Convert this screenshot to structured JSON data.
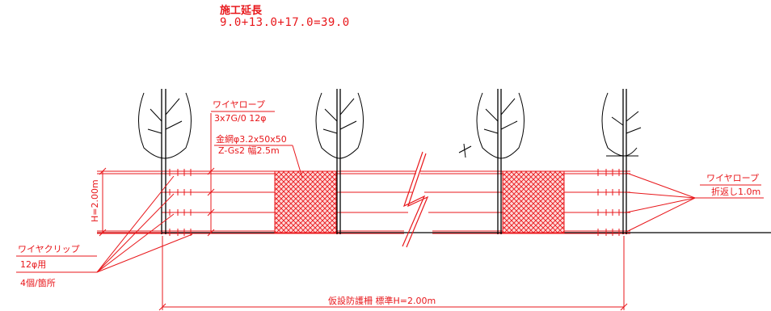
{
  "header": {
    "title": "施工延長",
    "formula": "9.0+13.0+17.0=39.0"
  },
  "labels": {
    "wire_rope_top": "ワイヤロープ",
    "wire_rope_spec": "3x7G/0 12φ",
    "mesh_spec_1": "金網φ3.2x50x50",
    "mesh_spec_2": "Z-Gs2 幅2.5m",
    "height": "H=2.00m",
    "wire_rope_right": "ワイヤロープ",
    "wire_rope_right_sub": "折返し1.0m",
    "wire_clip": "ワイヤクリップ",
    "wire_clip_sub": "12φ用",
    "clip_count": "4個/箇所",
    "bottom_dim": "仮設防護柵 標準H=2.00m"
  },
  "colors": {
    "accent": "#e8171b",
    "line": "#000000"
  }
}
